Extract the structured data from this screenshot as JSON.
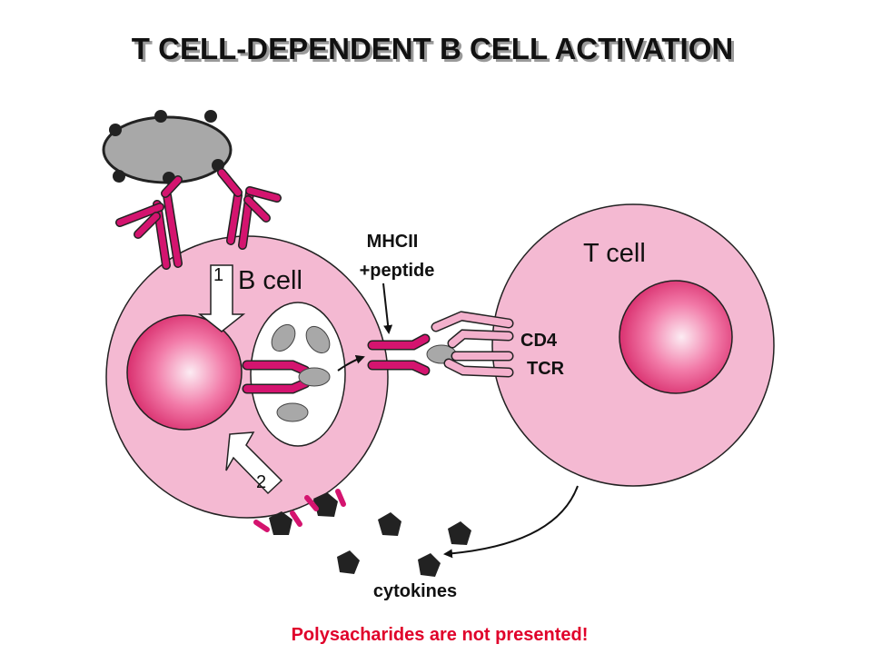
{
  "title": "T CELL-DEPENDENT B CELL ACTIVATION",
  "labels": {
    "b_cell": "B cell",
    "t_cell": "T cell",
    "mhcii": "MHCII",
    "peptide": "+peptide",
    "cd4": "CD4",
    "tcr": "TCR",
    "cytokines": "cytokines",
    "step1": "1",
    "step2": "2"
  },
  "note": "Polysacharides are not presented!",
  "colors": {
    "cell_fill": "#f4b9d2",
    "nucleus_center": "#fbe6ef",
    "nucleus_edge": "#e0437e",
    "receptor_magenta": "#d4146f",
    "receptor_pink": "#f3b0cc",
    "antigen_gray": "#a8a8a8",
    "note_red": "#e0002a"
  }
}
